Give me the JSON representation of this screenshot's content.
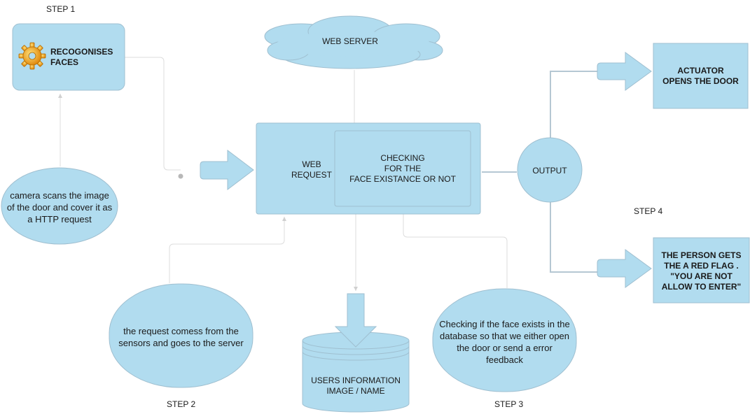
{
  "steps": {
    "step1": "STEP 1",
    "step2": "STEP 2",
    "step3": "STEP 3",
    "step4": "STEP 4"
  },
  "nodes": {
    "recognises": "RECOGONISES\nFACES",
    "web_server": "WEB SERVER",
    "web_request": "WEB\nREQUEST",
    "checking": "CHECKING\nFOR THE\nFACE EXISTANCE OR NOT",
    "output": "OUTPUT",
    "actuator": "ACTUATOR\nOPENS THE DOOR",
    "red_flag": "THE PERSON GETS\nTHE A RED FLAG .\n\"YOU ARE NOT\nALLOW TO ENTER\"",
    "camera": "camera scans the image\nof the door and  cover it as\na HTTP request",
    "sensors": "the request comess from the\nsensors and goes to the server",
    "database_check": "Checking if the face exists in the\ndatabase so that we either open\nthe door or send a error\nfeedback",
    "users_db": "USERS INFORMATION\nIMAGE / NAME"
  },
  "colors": {
    "shape_fill": "#b1dcef",
    "shape_stroke": "#9fbfd0",
    "connector": "#dcdcdc",
    "output_line": "#b5c7d3"
  },
  "icons": {
    "recognises": "gear-icon"
  }
}
